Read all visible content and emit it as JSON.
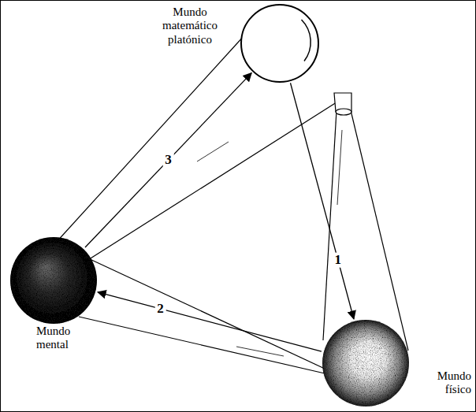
{
  "diagram": {
    "nodes": [
      {
        "text": [
          "Mundo matemático platónico"
        ]
      },
      {
        "text": [
          "Mundo mental"
        ]
      },
      {
        "text": [
          "Mundo físico"
        ]
      }
    ],
    "edges": [
      {
        "from": 0,
        "to": 2,
        "arrow": "to",
        "label": "1"
      },
      {
        "from": 2,
        "to": 1,
        "arrow": "to",
        "label": "2"
      },
      {
        "from": 1,
        "to": 0,
        "arrow": "to",
        "label": "3"
      }
    ]
  }
}
